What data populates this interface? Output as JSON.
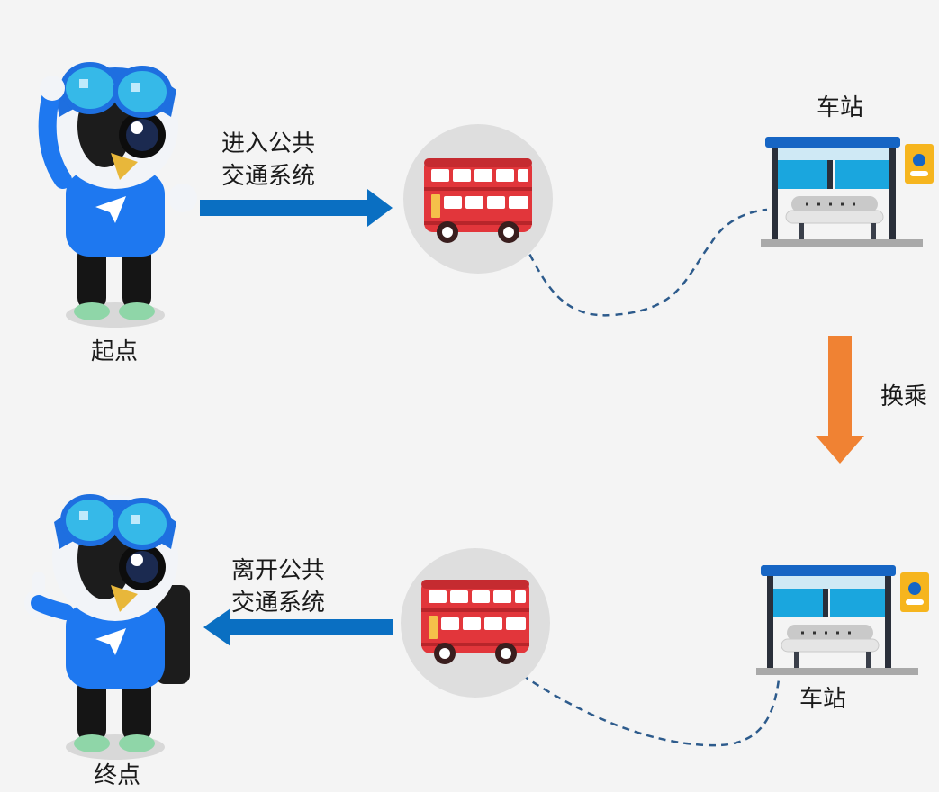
{
  "labels": {
    "start": "起点",
    "end": "终点",
    "enter": [
      "进入公共",
      "交通系统"
    ],
    "exit": [
      "离开公共",
      "交通系统"
    ],
    "station_top": "车站",
    "station_bottom": "车站",
    "transfer": "换乘"
  },
  "colors": {
    "blue_arrow": "#0a6fc2",
    "orange_arrow": "#f08233",
    "dashed_path": "#2d5b8c",
    "bus_red": "#e2363b",
    "shelter_blue": "#1aa6de",
    "mascot_blue": "#1e78f0",
    "background": "#f4f4f4"
  },
  "icons": [
    "mascot-start-icon",
    "mascot-end-icon",
    "bus-icon",
    "bus-stop-icon",
    "arrow-right-icon",
    "arrow-left-icon",
    "arrow-down-icon"
  ]
}
